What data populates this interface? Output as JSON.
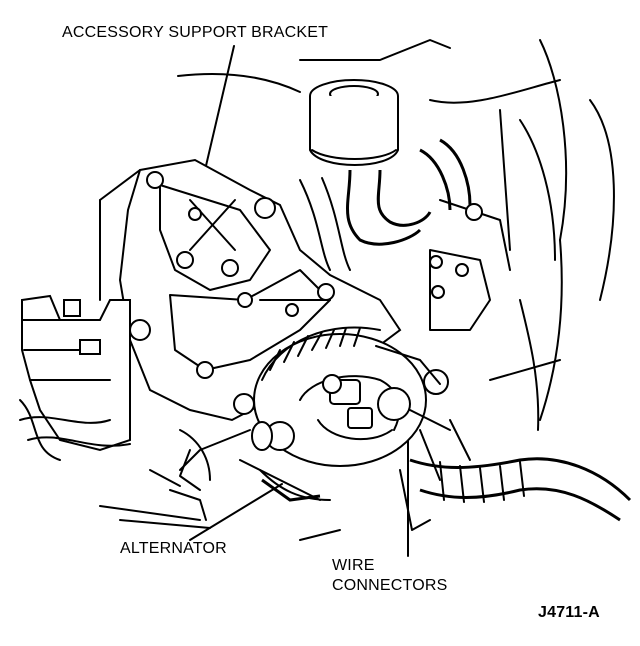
{
  "labels": {
    "accessory_support_bracket": "ACCESSORY SUPPORT BRACKET",
    "alternator": "ALTERNATOR",
    "wire_line1": "WIRE",
    "wire_line2": "CONNECTORS",
    "figure_id": "J4711-A"
  },
  "colors": {
    "ink": "#000000",
    "background": "#ffffff"
  }
}
